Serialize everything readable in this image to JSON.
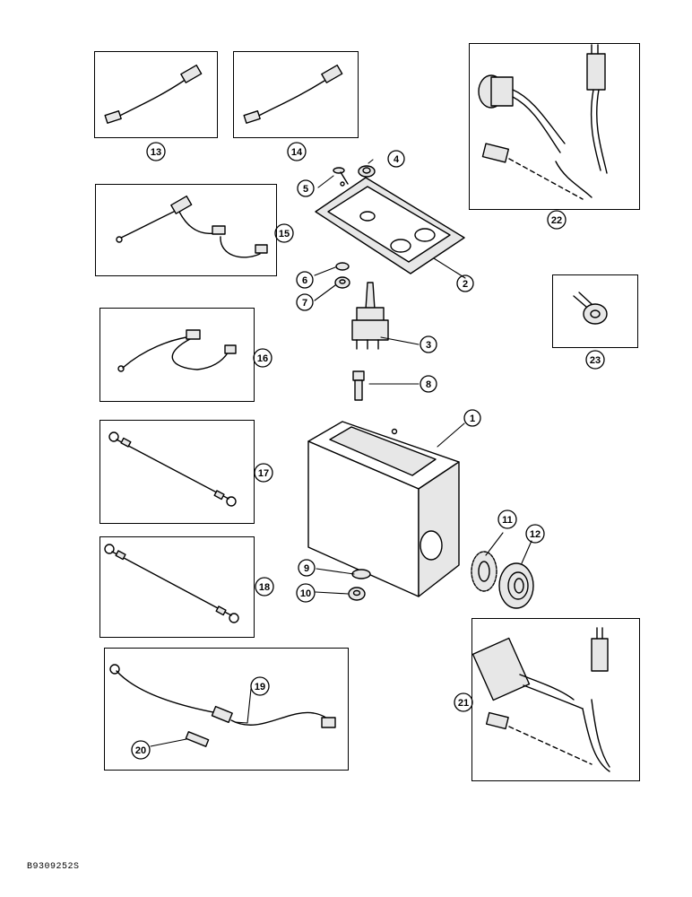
{
  "callouts": [
    "1",
    "2",
    "3",
    "4",
    "5",
    "6",
    "7",
    "8",
    "9",
    "10",
    "11",
    "12",
    "13",
    "14",
    "15",
    "16",
    "17",
    "18",
    "19",
    "20",
    "21",
    "22",
    "23"
  ],
  "drawing_id": "B9309252S",
  "parts": {
    "box": "electrical-box",
    "cover": "cover-plate",
    "switch": "toggle-switch",
    "harness": "wire-harness",
    "jumper": "jumper-wire",
    "fuse": "fuse",
    "grommet": "grommet",
    "nut": "lock-nut",
    "clip": "wire-clip"
  },
  "colors": {
    "ink": "#000000",
    "fill": "#e7e7e7",
    "paper": "#ffffff"
  }
}
